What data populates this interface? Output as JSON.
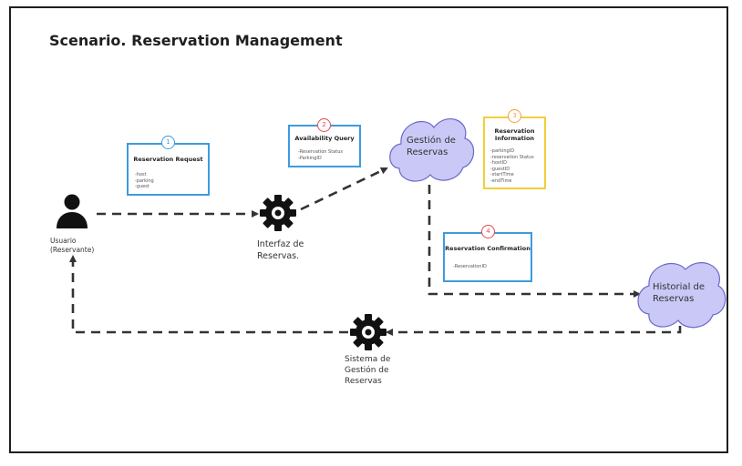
{
  "title": "Scenario. Reservation Management",
  "actor": {
    "label_line1": "Usuario",
    "label_line2": "(Reservante)"
  },
  "nodes": {
    "interfaz": {
      "line1": "Interfaz de",
      "line2": "Reservas."
    },
    "sistema": {
      "line1": "Sistema de",
      "line2": "Gestión de",
      "line3": "Reservas"
    },
    "gestion_cloud": {
      "line1": "Gestión de",
      "line2": "Reservas"
    },
    "historial_cloud": {
      "line1": "Historial de",
      "line2": "Reservas"
    }
  },
  "cards": [
    {
      "number": "1",
      "title": "Reservation Request",
      "items": [
        "-host",
        "-parking",
        "-guest"
      ]
    },
    {
      "number": "2",
      "title": "Availability Query",
      "items": [
        "-Reservation Status",
        "-ParkingID"
      ]
    },
    {
      "number": "3",
      "title_line1": "Reservation",
      "title_line2": "Information",
      "items": [
        "-parkingID",
        "-reservation Status",
        "-hostID",
        "-guestID",
        "-startTime",
        "-endTime"
      ]
    },
    {
      "number": "4",
      "title": "Reservation Confirmation",
      "items": [
        "-ReservationID"
      ]
    }
  ],
  "colors": {
    "card_blue": "#3d9be0",
    "card_yellow": "#f2cf3b",
    "cloud_fill": "#c9c8f6",
    "cloud_stroke": "#6b69c9",
    "edge": "#333333"
  },
  "icons": {
    "actor": "user-icon",
    "interfaz": "gear-icon",
    "sistema": "gear-icon"
  }
}
